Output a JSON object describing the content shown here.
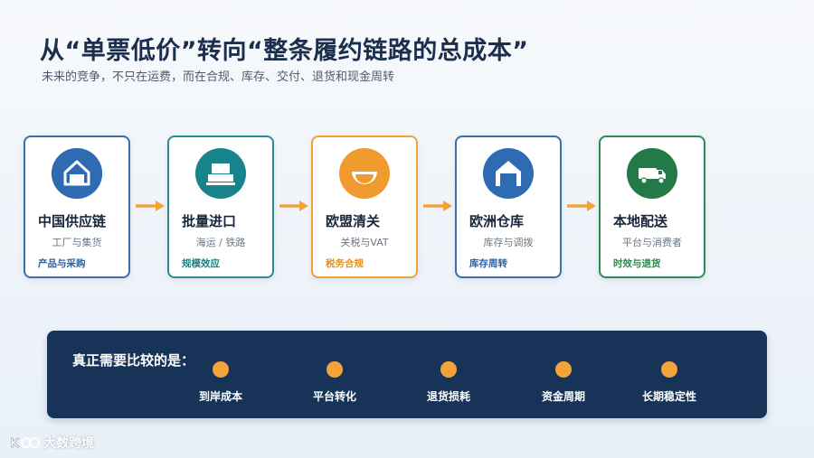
{
  "title": "从“单票低价”转向“整条履约链路的总成本”",
  "subtitle": "未来的竞争，不只在运费，而在合规、库存、交付、退货和现金周转",
  "steps": [
    {
      "name": "中国供应链",
      "desc": "工厂与集货",
      "tag": "产品与采购",
      "icon": "factory-house-icon",
      "border": "#3a6fa8",
      "tag_color": "#2c63a6",
      "icon_bg": "#2f6bb3"
    },
    {
      "name": "批量进口",
      "desc": "海运 / 铁路",
      "tag": "规模效应",
      "icon": "container-icon",
      "border": "#2b8b8f",
      "tag_color": "#1e7f84",
      "icon_bg": "#17838a"
    },
    {
      "name": "欧盟清关",
      "desc": "关税与VAT",
      "tag": "税务合规",
      "icon": "customs-seal-icon",
      "border": "#f0a13a",
      "tag_color": "#e58f21",
      "icon_bg": "#f09a30"
    },
    {
      "name": "欧洲仓库",
      "desc": "库存与调拨",
      "tag": "库存周转",
      "icon": "warehouse-icon",
      "border": "#3a6fa8",
      "tag_color": "#2c63a6",
      "icon_bg": "#2f6bb3"
    },
    {
      "name": "本地配送",
      "desc": "平台与消费者",
      "tag": "时效与退货",
      "icon": "delivery-van-icon",
      "border": "#2e8b57",
      "tag_color": "#2b8a4c",
      "icon_bg": "#237a47"
    }
  ],
  "compare": {
    "label": "真正需要比较的是：",
    "factors": [
      "到岸成本",
      "平台转化",
      "退货损耗",
      "资金周期",
      "长期稳定性"
    ]
  },
  "watermark": "大数跨境",
  "colors": {
    "arrow": "#f3a33a",
    "panel": "#173458",
    "dot": "#f3a33a"
  }
}
